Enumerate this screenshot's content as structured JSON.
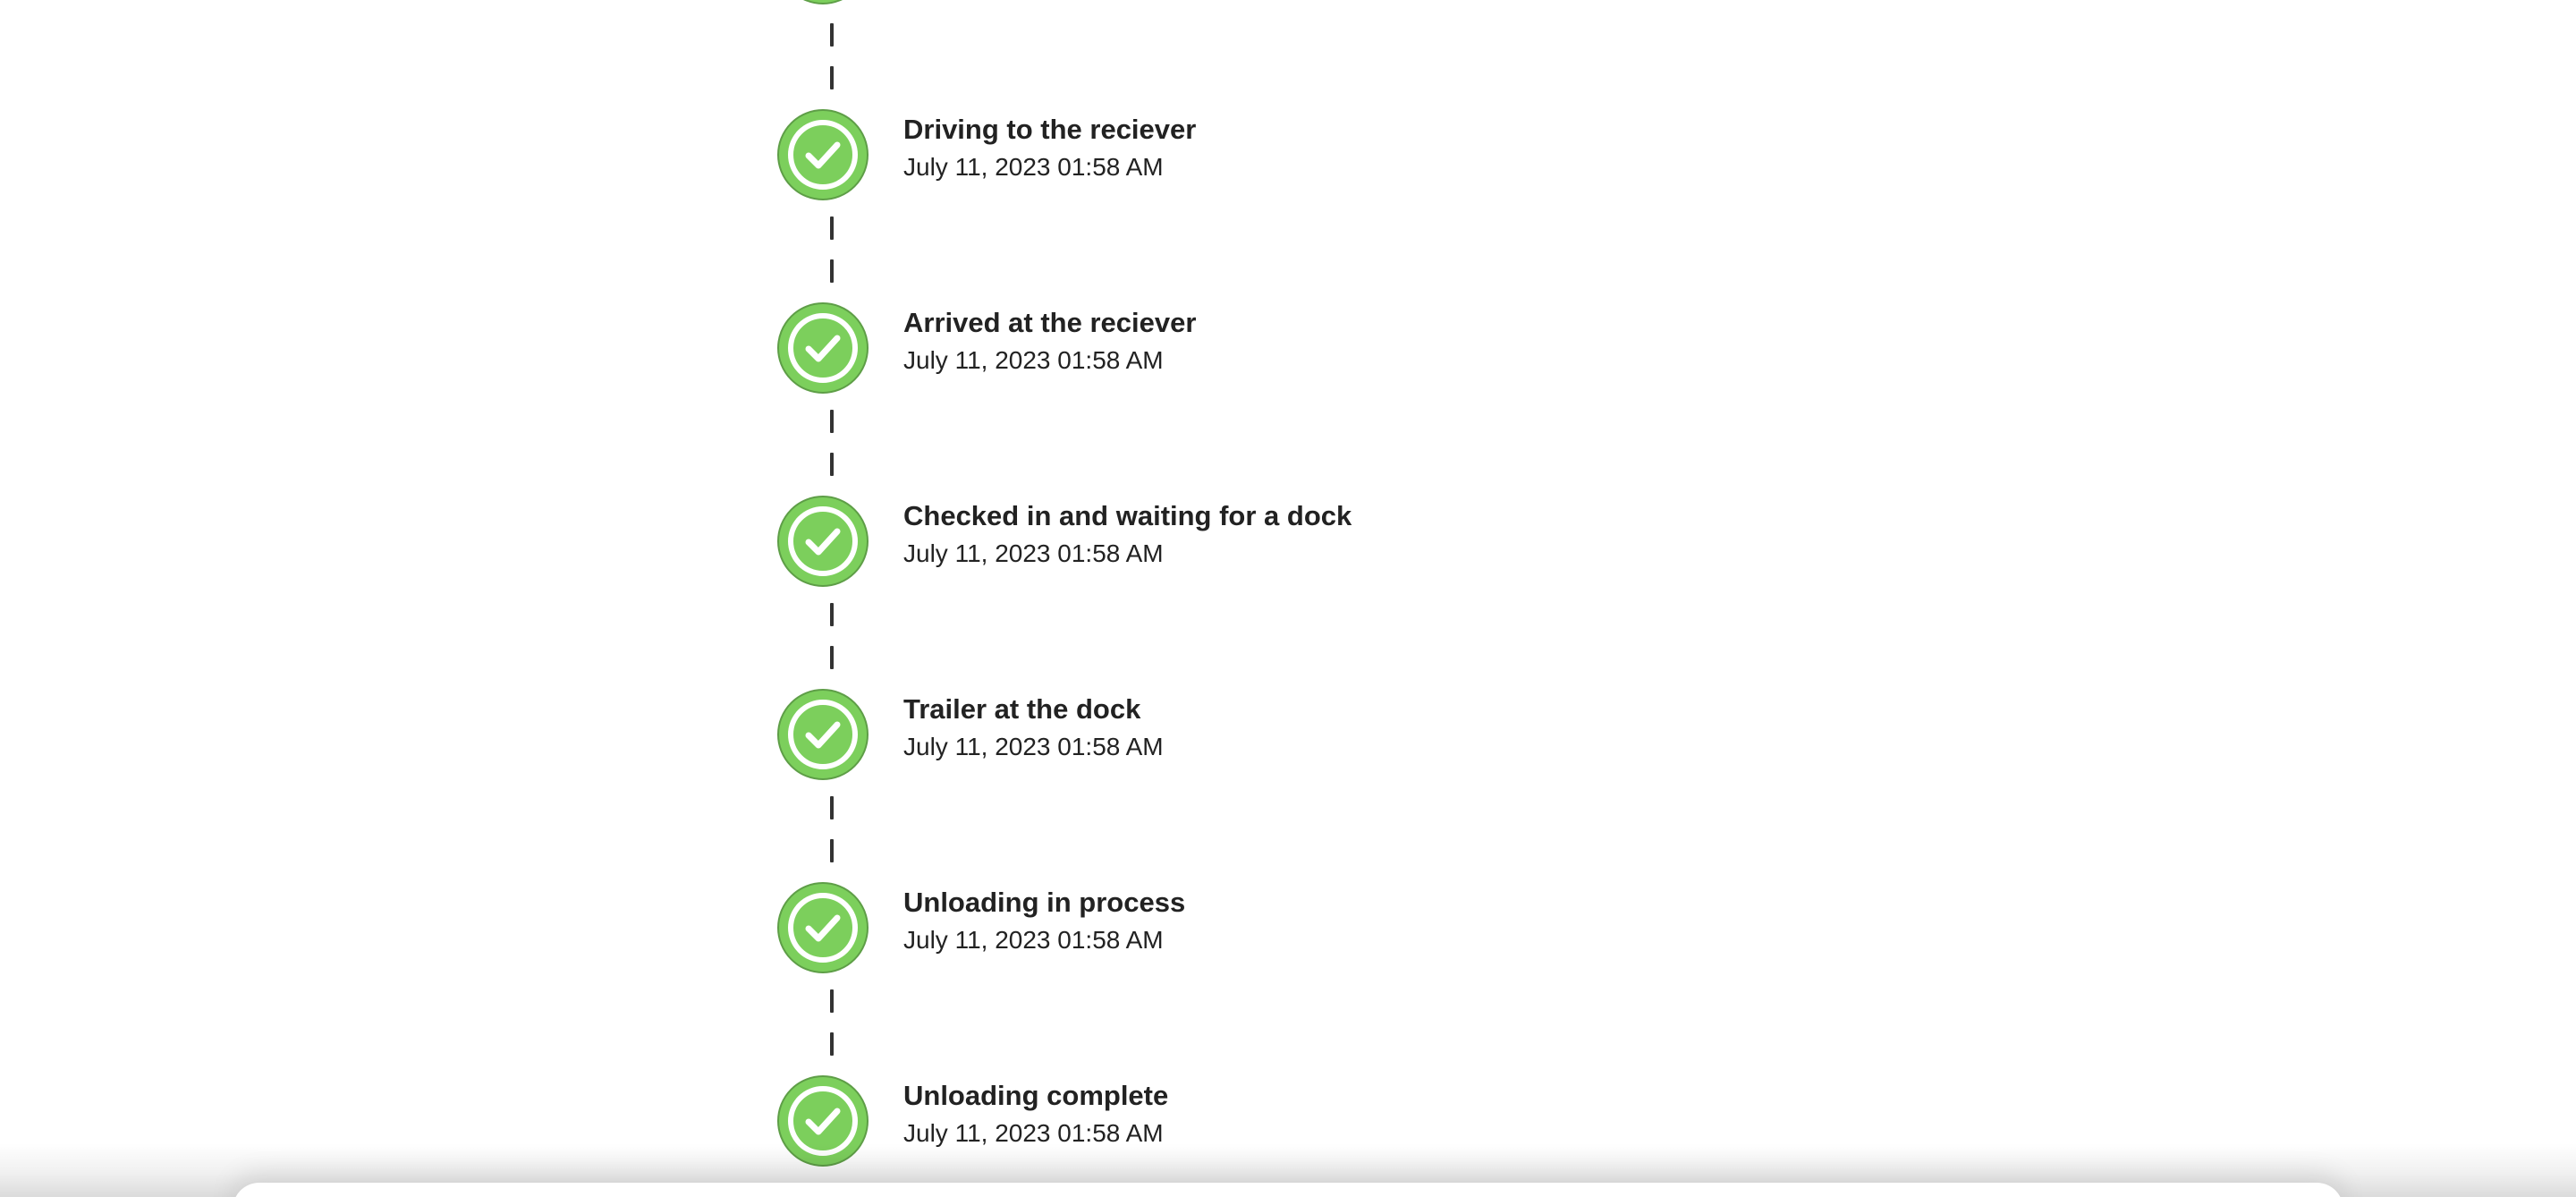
{
  "timeline": {
    "status_color": "#7ccf5c",
    "icon": "check-circle-icon",
    "steps": [
      {
        "title": "Driving to the reciever",
        "timestamp": "July 11, 2023 01:58 AM"
      },
      {
        "title": "Arrived at the reciever",
        "timestamp": "July 11, 2023 01:58 AM"
      },
      {
        "title": "Checked in and waiting for a dock",
        "timestamp": "July 11, 2023 01:58 AM"
      },
      {
        "title": "Trailer at the dock",
        "timestamp": "July 11, 2023 01:58 AM"
      },
      {
        "title": "Unloading in process",
        "timestamp": "July 11, 2023 01:58 AM"
      },
      {
        "title": "Unloading complete",
        "timestamp": "July 11, 2023 01:58 AM"
      }
    ]
  }
}
